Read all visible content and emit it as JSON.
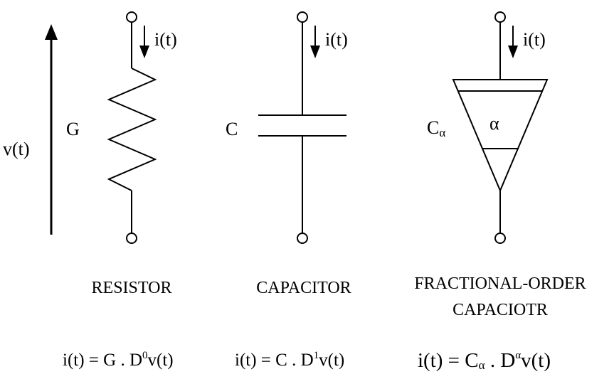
{
  "voltage_label": "v(t)",
  "current_label": "i(t)",
  "resistor": {
    "symbol": "G",
    "name": "RESISTOR",
    "equation": {
      "lhs": "i(t) = G . D",
      "exponent": "0",
      "rhs": "v(t)"
    }
  },
  "capacitor": {
    "symbol": "C",
    "name": "CAPACITOR",
    "equation": {
      "lhs": "i(t) = C . D",
      "exponent": "1",
      "rhs": "v(t)"
    }
  },
  "fractional_capacitor": {
    "symbol_main": "C",
    "symbol_sub": "α",
    "inner_label": "α",
    "name_line1": "FRACTIONAL-ORDER",
    "name_line2": "CAPACIOTR",
    "equation": {
      "lhs1": "i(t) = C",
      "sub": "α",
      "lhs2": " . D",
      "exponent": "α",
      "rhs": "v(t)"
    }
  }
}
